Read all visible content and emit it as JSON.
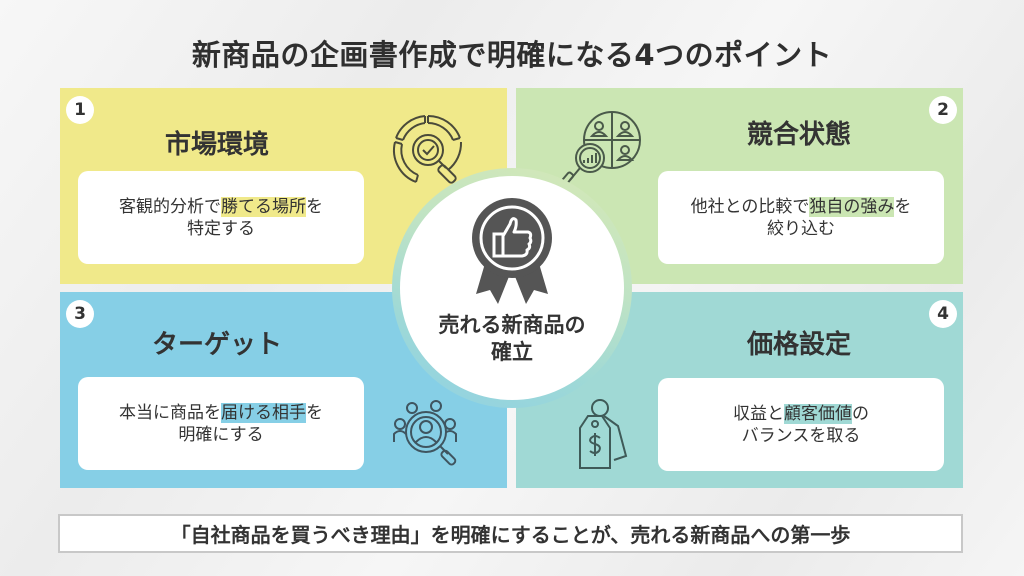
{
  "title": "新商品の企画書作成で明確になる4つのポイント",
  "colors": {
    "market": "#f0e98a",
    "competition": "#cbe6b3",
    "target": "#86cfe6",
    "pricing": "#a0d9d5",
    "text": "#333333",
    "icon_stroke": "#4a4a4a"
  },
  "panels": [
    {
      "number": "1",
      "title": "市場環境",
      "text_before": "客観的分析で",
      "text_highlight": "勝てる場所",
      "text_after_line1": "を",
      "text_line2": "特定する",
      "icon": "market-analysis-magnifier-icon"
    },
    {
      "number": "2",
      "title": "競合状態",
      "text_before": "他社との比較で",
      "text_highlight": "独自の強み",
      "text_after_line1": "を",
      "text_line2": "絞り込む",
      "icon": "competitor-analysis-icon"
    },
    {
      "number": "3",
      "title": "ターゲット",
      "text_before": "本当に商品を",
      "text_highlight": "届ける相手",
      "text_after_line1": "を",
      "text_line2": "明確にする",
      "icon": "target-audience-search-icon"
    },
    {
      "number": "4",
      "title": "価格設定",
      "text_before": "収益と",
      "text_highlight": "顧客価値",
      "text_after_line1": "の",
      "text_line2": "バランスを取る",
      "icon": "price-tag-icon"
    }
  ],
  "center": {
    "line1": "売れる新商品の",
    "line2": "確立",
    "icon": "thumbs-up-medal-icon"
  },
  "footer": "「自社商品を買うべき理由」を明確にすることが、売れる新商品への第一歩"
}
